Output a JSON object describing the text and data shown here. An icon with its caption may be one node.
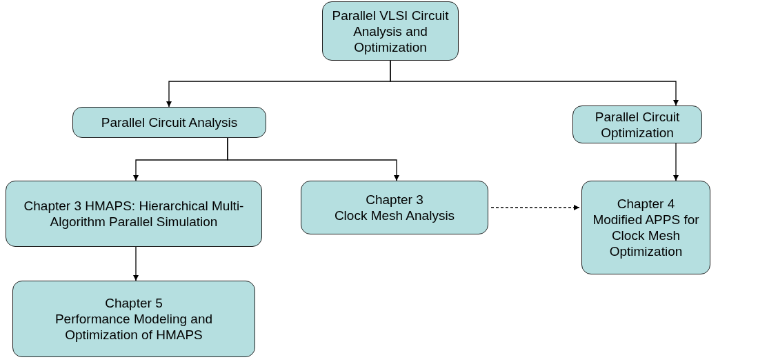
{
  "diagram": {
    "nodes": [
      {
        "text": [
          "Parallel VLSI Circuit Analysis and Optimization"
        ]
      },
      {
        "text": [
          "Parallel Circuit Analysis"
        ]
      },
      {
        "text": [
          "Parallel Circuit Optimization"
        ]
      },
      {
        "text": [
          "Chapter 3 HMAPS: Hierarchical Multi-Algorithm Parallel Simulation"
        ]
      },
      {
        "text": [
          "Chapter 3",
          "Clock Mesh Analysis"
        ]
      },
      {
        "text": [
          "Chapter 4",
          "Modified APPS for Clock Mesh Optimization"
        ]
      },
      {
        "text": [
          "Chapter 5",
          "Performance Modeling and Optimization of HMAPS"
        ]
      }
    ],
    "edges": [
      {
        "from": 0,
        "to": 1,
        "arrow": "to"
      },
      {
        "from": 0,
        "to": 2,
        "arrow": "to"
      },
      {
        "from": 1,
        "to": 3,
        "arrow": "to"
      },
      {
        "from": 1,
        "to": 4,
        "arrow": "to"
      },
      {
        "from": 2,
        "to": 5,
        "arrow": "to"
      },
      {
        "from": 3,
        "to": 6,
        "arrow": "to"
      },
      {
        "from": 4,
        "to": 5,
        "arrow": "to",
        "style": "dashed"
      }
    ]
  }
}
